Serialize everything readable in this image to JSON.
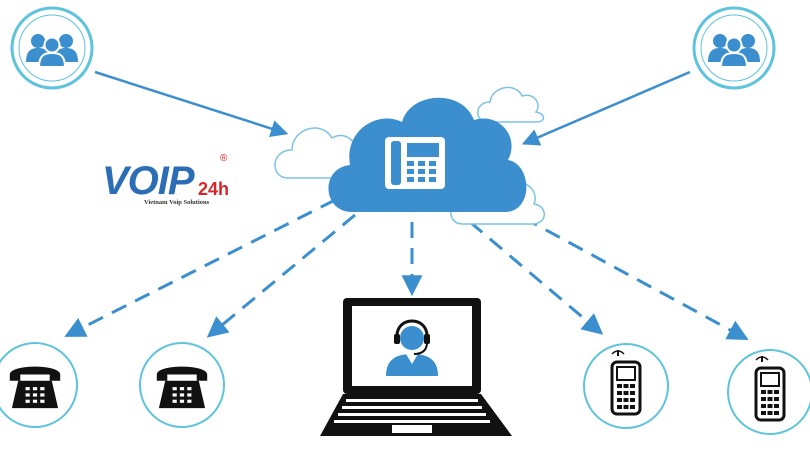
{
  "logo": {
    "brand": "VOIP",
    "suffix": "24h",
    "registered": "®",
    "tagline": "Vietnam Voip Solutions"
  },
  "colors": {
    "primary_blue": "#3c8fcf",
    "ring_cyan": "#5ec3dc",
    "cloud_outline": "#7cc3e6",
    "logo_red": "#d7262b",
    "logo_blue": "#2c6eb5"
  },
  "nodes": [
    {
      "id": "user-group-left",
      "icon": "user-group-icon"
    },
    {
      "id": "user-group-right",
      "icon": "user-group-icon"
    },
    {
      "id": "voip-cloud",
      "icon": "desk-phone-icon"
    },
    {
      "id": "desk-phone-1",
      "icon": "telephone-icon"
    },
    {
      "id": "desk-phone-2",
      "icon": "telephone-icon"
    },
    {
      "id": "laptop-agent",
      "icon": "headset-agent-icon"
    },
    {
      "id": "mobile-phone-1",
      "icon": "mobile-phone-icon"
    },
    {
      "id": "mobile-phone-2",
      "icon": "mobile-phone-icon"
    }
  ]
}
